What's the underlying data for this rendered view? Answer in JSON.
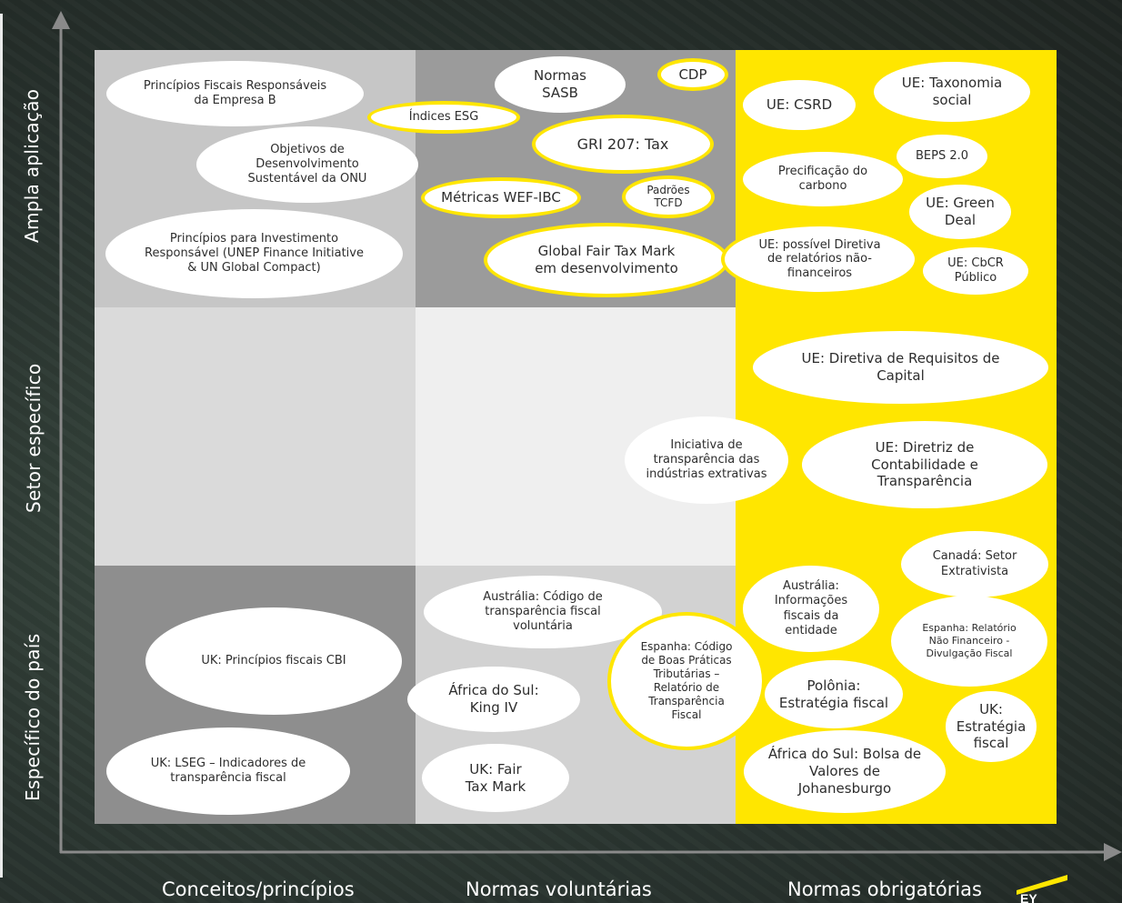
{
  "y_axis_labels": {
    "broad": "Ampla aplicação",
    "sector": "Setor específico",
    "country": "Específico do país"
  },
  "x_axis_labels": {
    "concepts": "Conceitos/princípios",
    "voluntary": "Normas voluntárias",
    "mandatory": "Normas obrigatórias"
  },
  "colors": {
    "highlight": "#ffe600",
    "cell_light": "#c6c6c6",
    "cell_mid": "#9a9a9a",
    "cell_pale": "#eeeeee",
    "cell_dark": "#8e8e8e"
  },
  "brand": {
    "logo_text": "EY"
  },
  "bubbles": {
    "fiscais_empresa_b": "Princípios Fiscais Responsáveis da Empresa B",
    "ods_onu": "Objetivos de Desenvolvimento Sustentável da ONU",
    "pri": "Princípios para Investimento Responsável (UNEP Finance Initiative & UN Global Compact)",
    "sasb": "Normas SASB",
    "cdp": "CDP",
    "indices_esg": "Índices ESG",
    "gri207": "GRI 207: Tax",
    "wef_ibc": "Métricas WEF-IBC",
    "tcfd": "Padrões TCFD",
    "global_fair_tax": "Global Fair Tax Mark em desenvolvimento",
    "ue_csrd": "UE: CSRD",
    "ue_taxonomia": "UE: Taxonomia social",
    "beps": "BEPS 2.0",
    "precificacao": "Precificação do carbono",
    "green_deal": "UE: Green Deal",
    "ue_diretiva_nao_fin": "UE: possível Diretiva de relatórios não-financeiros",
    "ue_cbcr": "UE: CbCR Público",
    "ue_capital": "UE: Diretiva de Requisitos de Capital",
    "eiti": "Iniciativa de transparência das indústrias extrativas",
    "ue_contabilidade": "UE: Diretriz de Contabilidade e Transparência",
    "canada": "Canadá: Setor Extrativista",
    "australia_voluntaria": "Austrália: Código de transparência fiscal voluntária",
    "australia_entidade": "Austrália: Informações fiscais da entidade",
    "espanha_relatorio": "Espanha: Relatório Não Financeiro - Divulgação Fiscal",
    "uk_cbi": "UK: Princípios fiscais CBI",
    "espanha_codigo": "Espanha: Código de Boas Práticas Tributárias – Relatório de Transparência Fiscal",
    "africa_king": "África do Sul: King IV",
    "polonia": "Polônia: Estratégia fiscal",
    "uk_estrategia": "UK: Estratégia fiscal",
    "uk_lseg": "UK: LSEG – Indicadores de transparência fiscal",
    "uk_fair_tax": "UK: Fair Tax Mark",
    "africa_jse": "África do Sul: Bolsa de Valores de Johanesburgo"
  }
}
